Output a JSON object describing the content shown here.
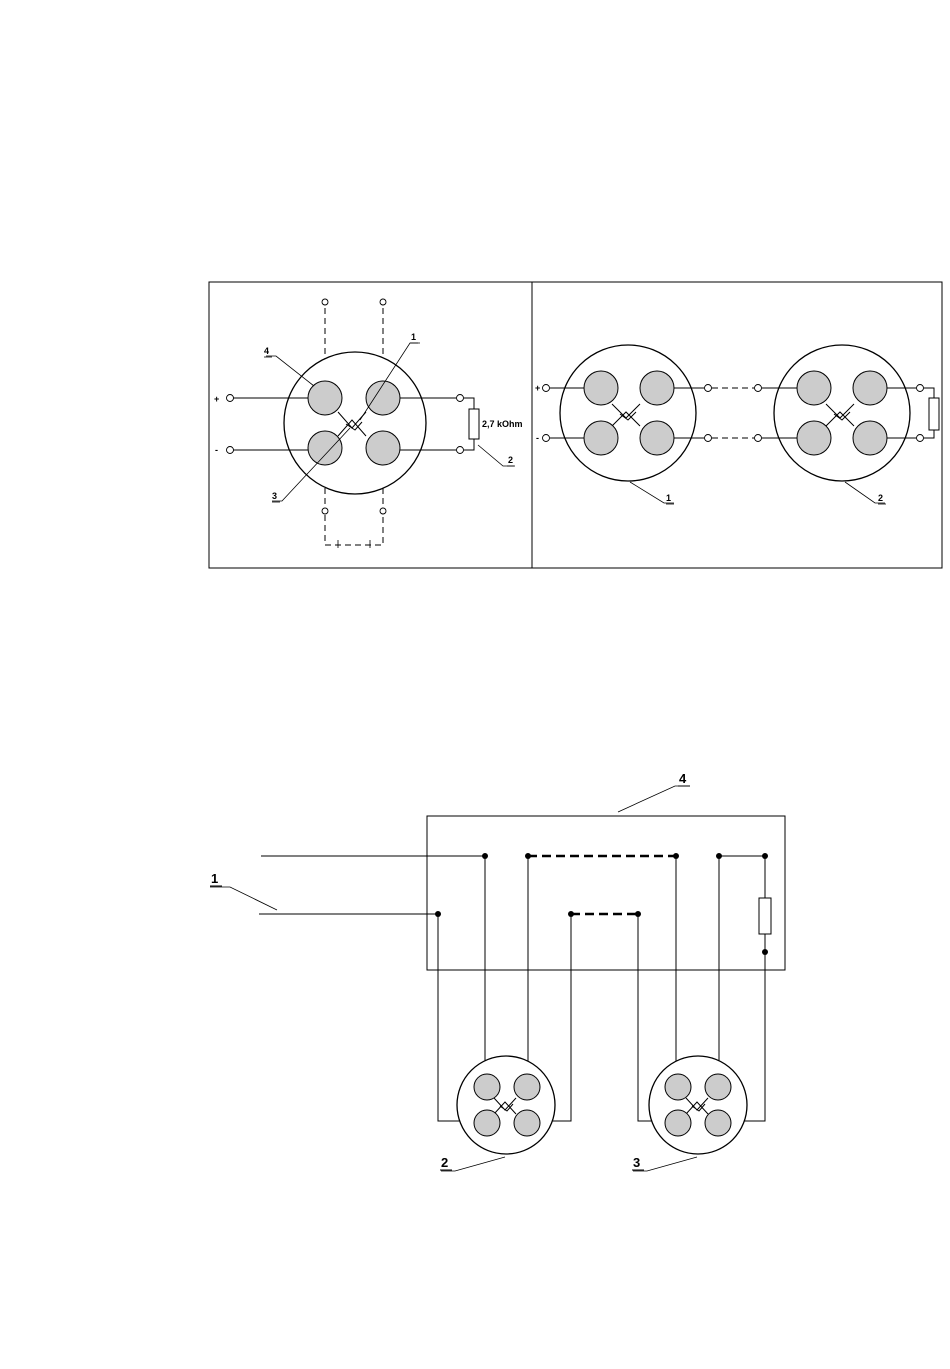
{
  "figure_a": {
    "sign_plus": "+",
    "sign_minus": "-",
    "resistor_value": "2,7 kOhm",
    "callouts": [
      "1",
      "2",
      "3",
      "4"
    ]
  },
  "figure_b": {
    "sign_plus": "+",
    "sign_minus": "-",
    "callouts": [
      "1",
      "2"
    ]
  },
  "figure_c": {
    "callouts": [
      "1",
      "2",
      "3",
      "4"
    ]
  }
}
